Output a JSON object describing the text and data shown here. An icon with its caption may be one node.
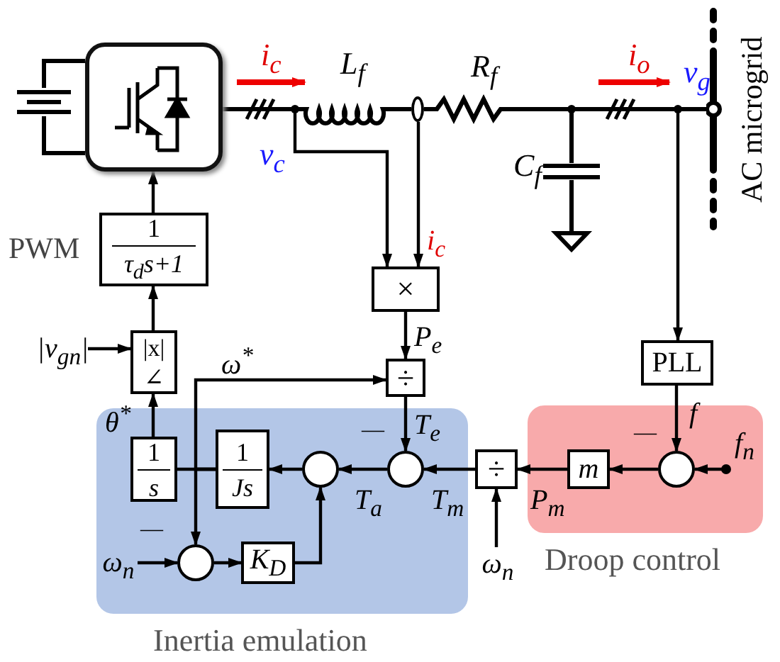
{
  "diagram": {
    "nodes": [
      {
        "text": [
          "Inertia emulation"
        ]
      },
      {
        "text": [
          "Droop control"
        ]
      },
      {
        "text": [],
        "shape": "box"
      },
      {
        "text": [
          "1",
          "τ$_{d}$s+1"
        ],
        "beside": [
          "PWM"
        ]
      },
      {
        "text": [
          "|x|",
          "∠"
        ]
      },
      {
        "text": [
          "×"
        ]
      },
      {
        "text": [
          "÷"
        ]
      },
      {
        "text": [
          "1",
          "s"
        ],
        "in": 0
      },
      {
        "text": [
          "1",
          "Js"
        ],
        "in": 0
      },
      {
        "text": [],
        "shape": "circle",
        "in": 0
      },
      {
        "text": [],
        "shape": "circle",
        "in": 0
      },
      {
        "text": [],
        "shape": "circle",
        "in": 0
      },
      {
        "text": [
          "K$_{D}$"
        ],
        "in": 0
      },
      {
        "text": [
          "÷"
        ]
      },
      {
        "text": [
          "m"
        ],
        "in": 1
      },
      {
        "text": [],
        "shape": "circle",
        "in": 1
      },
      {
        "text": [
          "PLL"
        ]
      },
      {
        "text": [
          "|v$_{gn}$|"
        ]
      },
      {
        "text": [
          "ω$_{n}$"
        ],
        "in": 0
      },
      {
        "text": [
          "ω$_{n}$"
        ]
      },
      {
        "text": [
          "f$_{n}$"
        ],
        "in": 1
      },
      {
        "text": [],
        "shape": "circle"
      },
      {
        "text": [
          "AC microgrid"
        ]
      },
      {
        "text": [],
        "shape": "battery"
      },
      {
        "text": [],
        "shape": "capacitor"
      },
      {
        "text": [],
        "shape": "ground"
      }
    ],
    "edges": [
      {
        "from": 3,
        "to": 2,
        "arrow": "to"
      },
      {
        "from": 4,
        "to": 3,
        "arrow": "to"
      },
      {
        "from": 7,
        "to": 4,
        "arrow": "to",
        "label": "θ$^{*}$"
      },
      {
        "from": 17,
        "to": 4,
        "arrow": "to"
      },
      {
        "from": 2,
        "to": 5,
        "arrow": "to"
      },
      {
        "from": 21,
        "to": 5,
        "arrow": "to",
        "label": "i$_{c}$"
      },
      {
        "from": 5,
        "to": 6,
        "arrow": "to",
        "label": "P$_{e}$"
      },
      {
        "from": 8,
        "to": 7,
        "arrow": "none"
      },
      {
        "from": 8,
        "to": 6,
        "arrow": "to",
        "label": "ω$^{*}$"
      },
      {
        "from": 8,
        "to": 11,
        "arrow": "to"
      },
      {
        "from": 6,
        "to": 10,
        "arrow": "to",
        "label": "T$_{e}$"
      },
      {
        "from": 10,
        "to": 9,
        "arrow": "to",
        "label": "T$_{a}$"
      },
      {
        "from": 13,
        "to": 10,
        "arrow": "to",
        "label": "T$_{m}$"
      },
      {
        "from": 9,
        "to": 8,
        "arrow": "to"
      },
      {
        "from": 18,
        "to": 11,
        "arrow": "to"
      },
      {
        "from": 11,
        "to": 12,
        "arrow": "to"
      },
      {
        "from": 12,
        "to": 9,
        "arrow": "to"
      },
      {
        "from": 19,
        "to": 13,
        "arrow": "to"
      },
      {
        "from": 14,
        "to": 13,
        "arrow": "to",
        "label": "P$_{m}$"
      },
      {
        "from": 15,
        "to": 14,
        "arrow": "to"
      },
      {
        "from": 16,
        "to": 15,
        "arrow": "to",
        "label": "f"
      },
      {
        "from": 20,
        "to": 15,
        "arrow": "to"
      },
      {
        "from": 22,
        "to": 16,
        "arrow": "to"
      },
      {
        "from": 23,
        "to": 2,
        "arrow": "none"
      },
      {
        "from": 23,
        "to": 2,
        "arrow": "none"
      },
      {
        "from": 2,
        "to": 21,
        "arrow": "none"
      },
      {
        "from": 21,
        "to": 22,
        "arrow": "none"
      },
      {
        "from": 21,
        "to": 24,
        "arrow": "none"
      },
      {
        "from": 24,
        "to": 25,
        "arrow": "none"
      }
    ],
    "labels": [
      "i$_{c}$",
      "L$_{f}$",
      "R$_{f}$",
      "i$_{o}$",
      "v$_{g}$",
      "v$_{c}$",
      "C$_{f}$",
      "—",
      "—",
      "—"
    ]
  }
}
